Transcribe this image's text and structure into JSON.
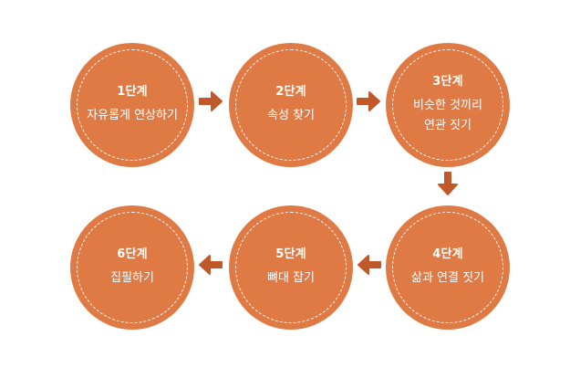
{
  "colors": {
    "circle_fill": "#e07a44",
    "arrow_fill": "#c0582a",
    "text": "#ffffff"
  },
  "steps": [
    {
      "title": "1단계",
      "lines": [
        "자유롭게 연상하기"
      ]
    },
    {
      "title": "2단계",
      "lines": [
        "속성 찾기"
      ]
    },
    {
      "title": "3단계",
      "lines": [
        "비슷한 것끼리",
        "연관 짓기"
      ]
    },
    {
      "title": "4단계",
      "lines": [
        "삶과 연결 짓기"
      ]
    },
    {
      "title": "5단계",
      "lines": [
        "뼈대 잡기"
      ]
    },
    {
      "title": "6단계",
      "lines": [
        "집필하기"
      ]
    }
  ],
  "arrows": [
    {
      "from": "1단계",
      "to": "2단계",
      "direction": "right"
    },
    {
      "from": "2단계",
      "to": "3단계",
      "direction": "right"
    },
    {
      "from": "3단계",
      "to": "4단계",
      "direction": "down"
    },
    {
      "from": "4단계",
      "to": "5단계",
      "direction": "left"
    },
    {
      "from": "5단계",
      "to": "6단계",
      "direction": "left"
    }
  ]
}
